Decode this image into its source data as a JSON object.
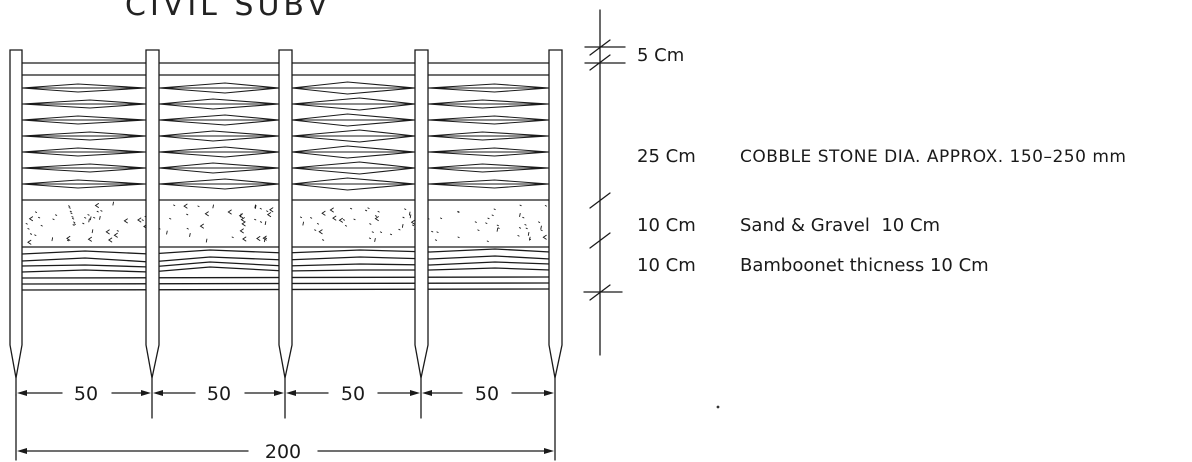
{
  "drawing": {
    "title_fragment": "CIVIL SUBV",
    "spacing_dims": [
      "50",
      "50",
      "50",
      "50"
    ],
    "total_dim": "200",
    "layers": [
      {
        "thickness": "5 Cm",
        "description": ""
      },
      {
        "thickness": "25 Cm",
        "description": "COBBLE STONE DIA. APPROX. 150–250 mm"
      },
      {
        "thickness": "10 Cm",
        "description": "Sand & Gravel  10 Cm"
      },
      {
        "thickness": "10 Cm",
        "description": "Bamboonet thicness 10 Cm"
      }
    ]
  }
}
